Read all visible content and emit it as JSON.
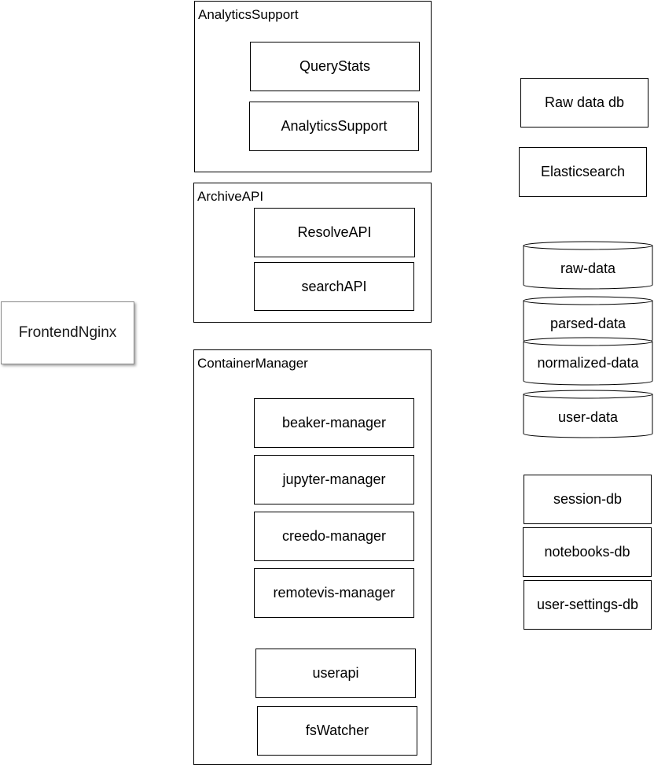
{
  "frontend": {
    "label": "FrontendNginx"
  },
  "analytics_support": {
    "title": "AnalyticsSupport",
    "items": [
      "QueryStats",
      "AnalyticsSupport"
    ]
  },
  "archive_api": {
    "title": "ArchiveAPI",
    "items": [
      "ResolveAPI",
      "searchAPI"
    ]
  },
  "container_manager": {
    "title": "ContainerManager",
    "items": [
      "beaker-manager",
      "jupyter-manager",
      "creedo-manager",
      "remotevis-manager",
      "userapi",
      "fsWatcher"
    ]
  },
  "datastores": [
    "Raw data db",
    "Elasticsearch"
  ],
  "storage_cylinders": [
    "raw-data",
    "parsed-data",
    "normalized-data",
    "user-data"
  ],
  "databases": [
    "session-db",
    "notebooks-db",
    "user-settings-db"
  ]
}
